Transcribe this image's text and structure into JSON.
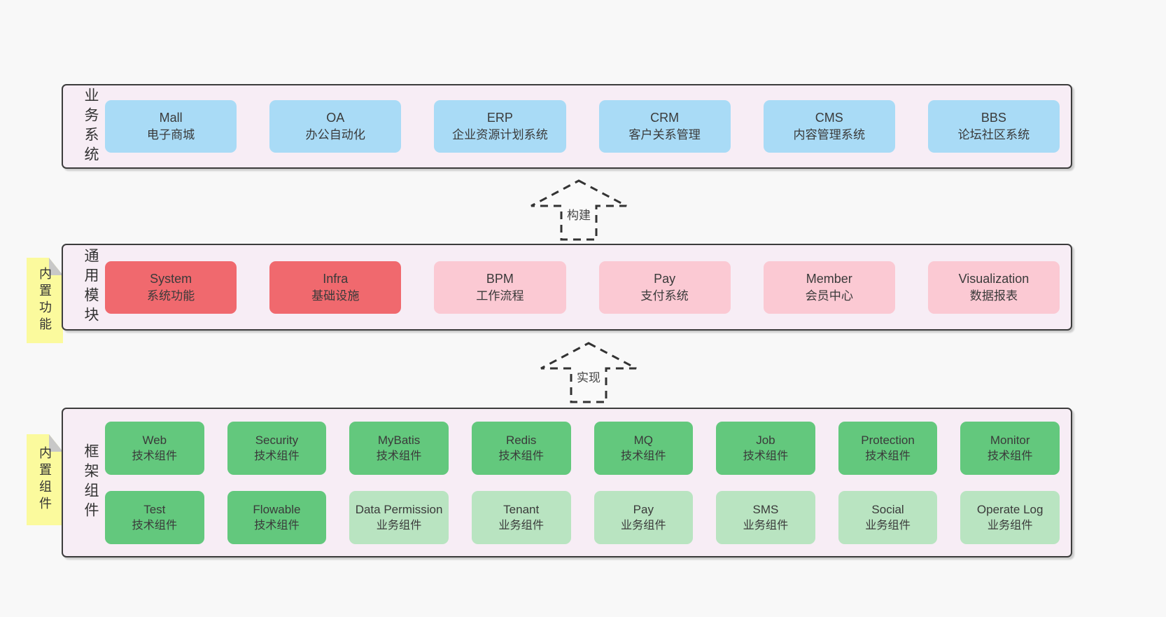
{
  "colors": {
    "page_background": "#f8f8f8",
    "panel_background": "#f7edf5",
    "panel_border": "#3c3c3c",
    "business_box": "#a9dbf6",
    "core_module_box": "#f0696e",
    "optional_module_box": "#fbc9d3",
    "tech_component_box": "#63c87d",
    "biz_component_box": "#b9e4c1",
    "sticky_note": "#fbfa9d",
    "sticky_fold": "#c8c8c8",
    "text": "#3a3a3a"
  },
  "business": {
    "label": "业务系统",
    "items": [
      {
        "name": "Mall",
        "subtitle": "电子商城"
      },
      {
        "name": "OA",
        "subtitle": "办公自动化"
      },
      {
        "name": "ERP",
        "subtitle": "企业资源计划系统"
      },
      {
        "name": "CRM",
        "subtitle": "客户关系管理"
      },
      {
        "name": "CMS",
        "subtitle": "内容管理系统"
      },
      {
        "name": "BBS",
        "subtitle": "论坛社区系统"
      }
    ]
  },
  "arrows": {
    "build": "构建",
    "implement": "实现"
  },
  "modules": {
    "label": "通用模块",
    "note": "内置功能",
    "items": [
      {
        "name": "System",
        "subtitle": "系统功能"
      },
      {
        "name": "Infra",
        "subtitle": "基础设施"
      },
      {
        "name": "BPM",
        "subtitle": "工作流程"
      },
      {
        "name": "Pay",
        "subtitle": "支付系统"
      },
      {
        "name": "Member",
        "subtitle": "会员中心"
      },
      {
        "name": "Visualization",
        "subtitle": "数据报表"
      }
    ]
  },
  "framework": {
    "label": "框架组件",
    "note": "内置组件",
    "row1": [
      {
        "name": "Web",
        "subtitle": "技术组件"
      },
      {
        "name": "Security",
        "subtitle": "技术组件"
      },
      {
        "name": "MyBatis",
        "subtitle": "技术组件"
      },
      {
        "name": "Redis",
        "subtitle": "技术组件"
      },
      {
        "name": "MQ",
        "subtitle": "技术组件"
      },
      {
        "name": "Job",
        "subtitle": "技术组件"
      },
      {
        "name": "Protection",
        "subtitle": "技术组件"
      },
      {
        "name": "Monitor",
        "subtitle": "技术组件"
      }
    ],
    "row2": [
      {
        "name": "Test",
        "subtitle": "技术组件"
      },
      {
        "name": "Flowable",
        "subtitle": "技术组件"
      },
      {
        "name": "Data Permission",
        "subtitle": "业务组件"
      },
      {
        "name": "Tenant",
        "subtitle": "业务组件"
      },
      {
        "name": "Pay",
        "subtitle": "业务组件"
      },
      {
        "name": "SMS",
        "subtitle": "业务组件"
      },
      {
        "name": "Social",
        "subtitle": "业务组件"
      },
      {
        "name": "Operate Log",
        "subtitle": "业务组件"
      }
    ]
  }
}
